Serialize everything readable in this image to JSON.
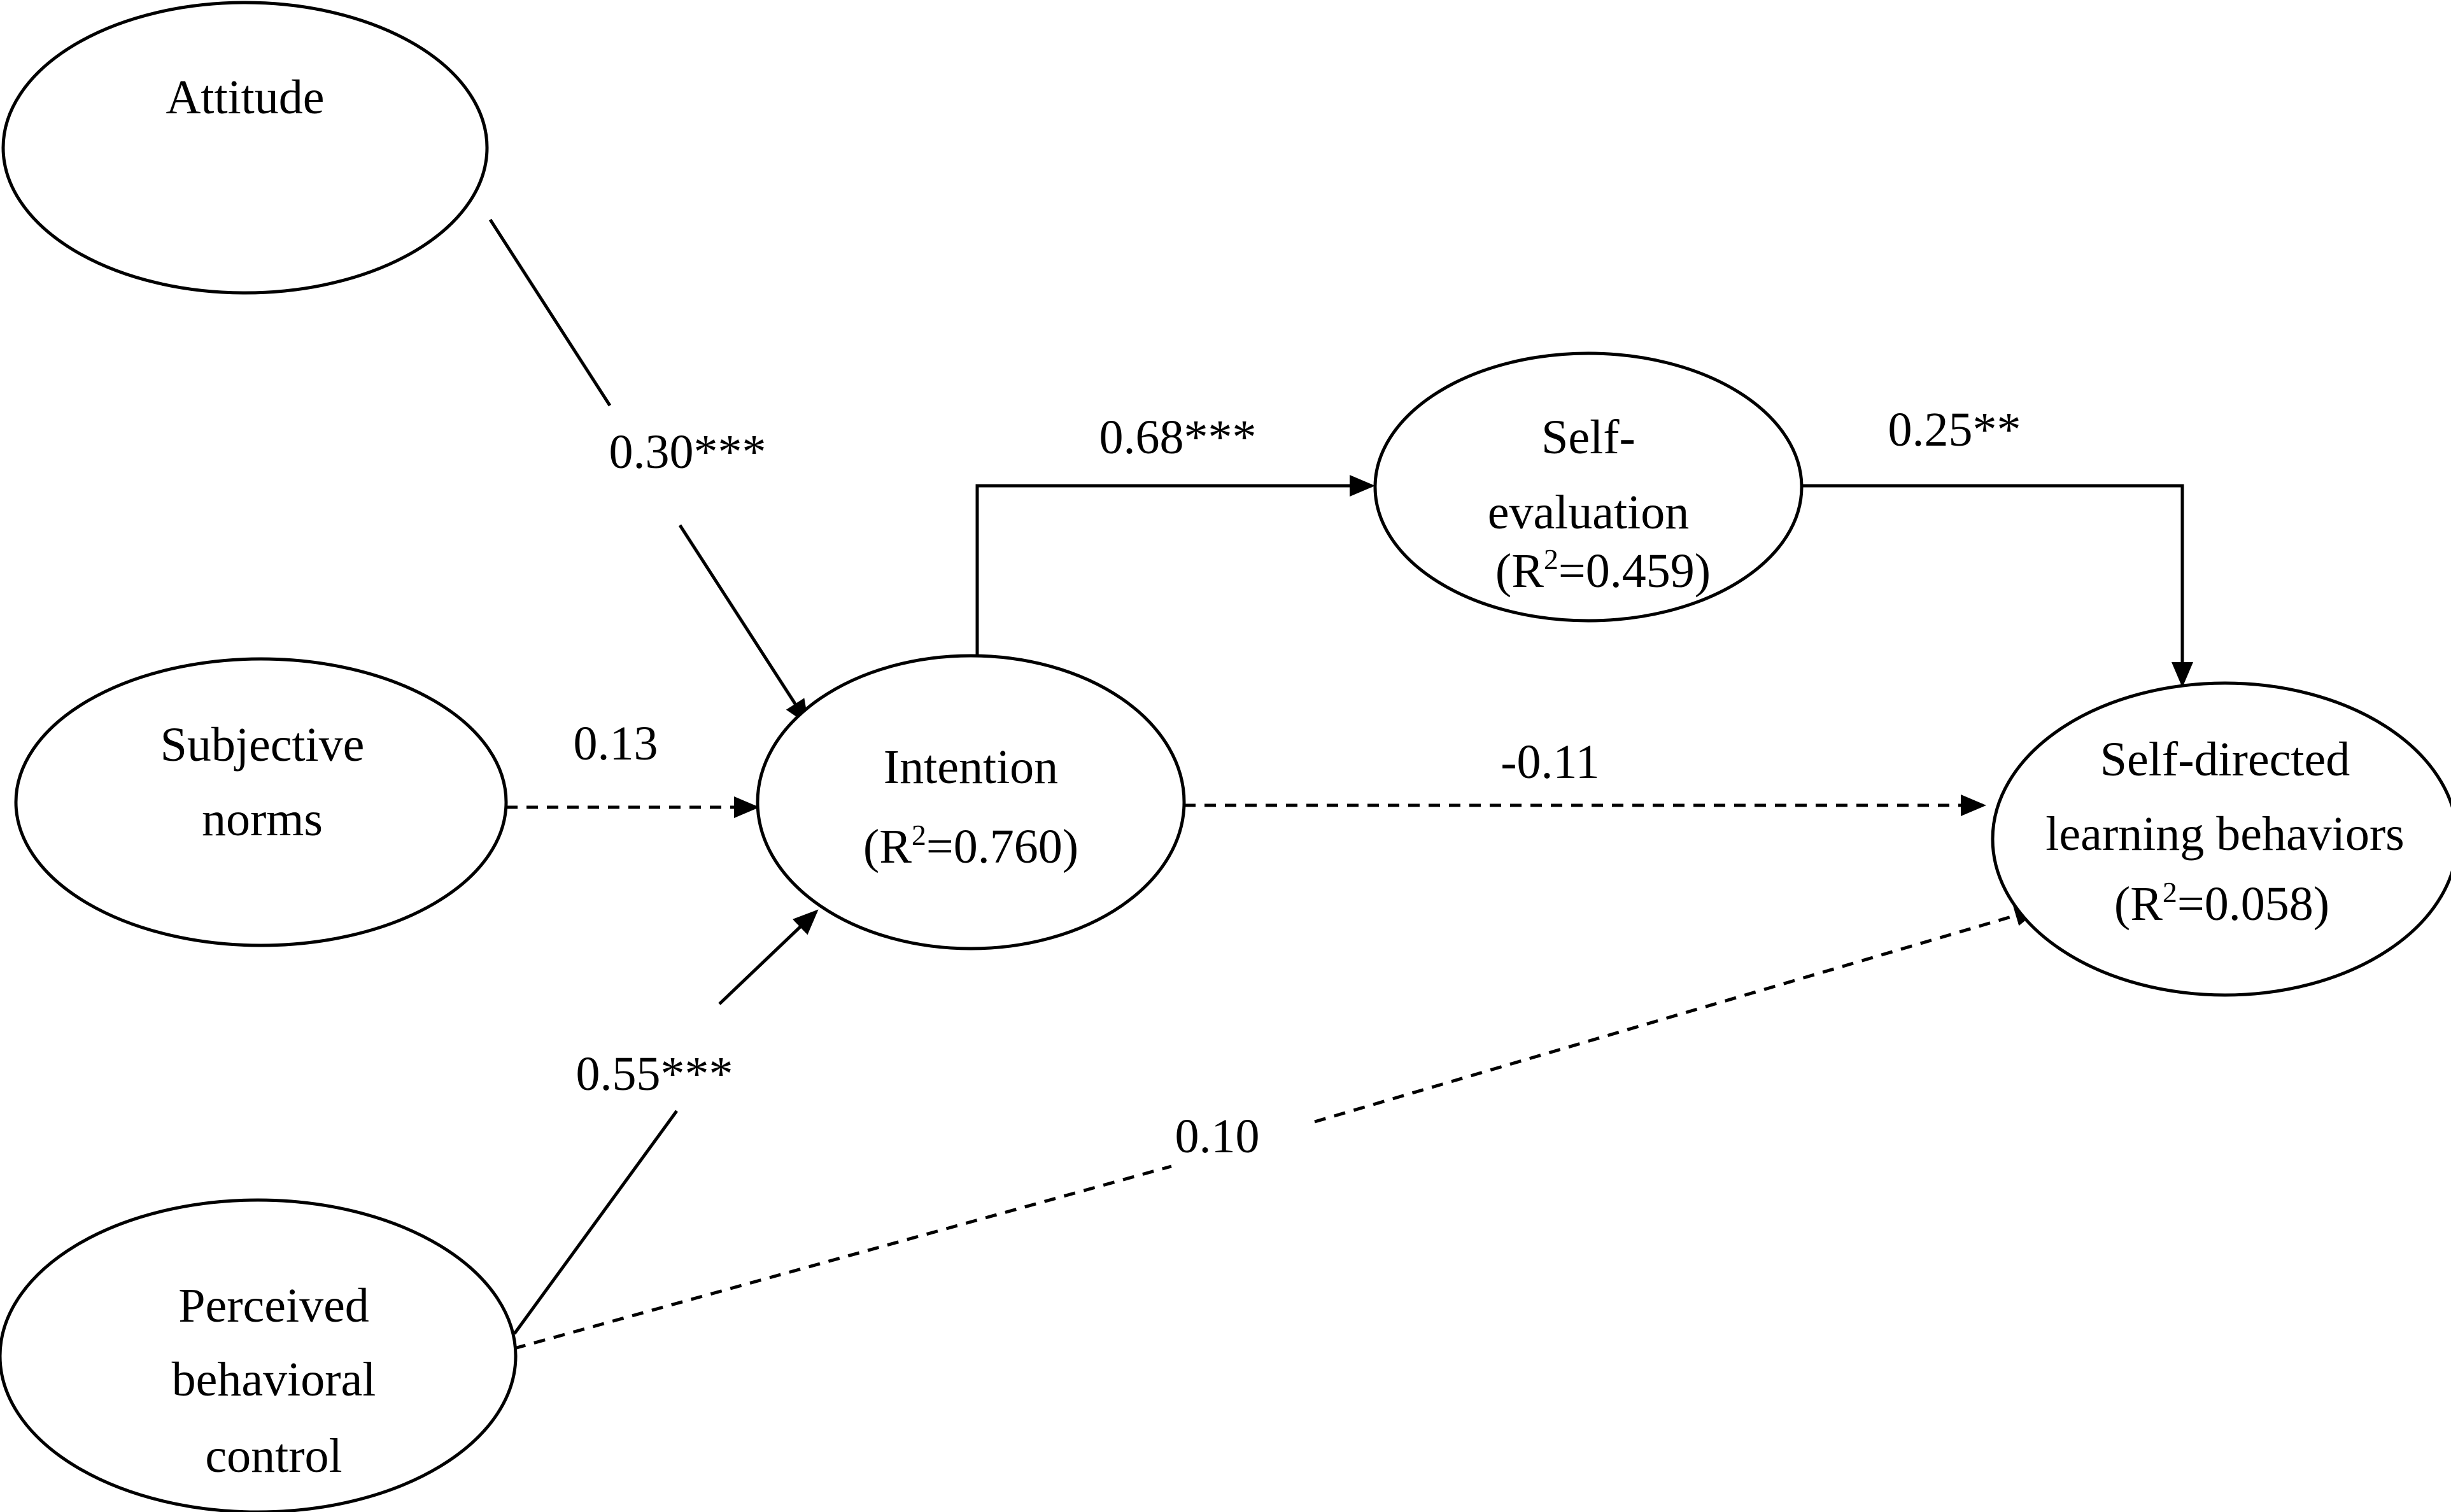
{
  "nodes": {
    "attitude": {
      "lines": [
        "Attitude"
      ]
    },
    "subjective_norms": {
      "lines": [
        "Subjective",
        "norms"
      ]
    },
    "pbc": {
      "lines": [
        "Perceived",
        "behavioral",
        "control"
      ]
    },
    "intention": {
      "lines": [
        "Intention"
      ],
      "r2_prefix": "(R",
      "r2_sup": "2",
      "r2_value": "=0.760)"
    },
    "self_evaluation": {
      "lines": [
        "Self-",
        "evaluation"
      ],
      "r2_prefix": "(R",
      "r2_sup": "2",
      "r2_value": "=0.459)"
    },
    "sdlb": {
      "lines": [
        "Self-directed",
        "learning behaviors"
      ],
      "r2_prefix": "(R",
      "r2_sup": "2",
      "r2_value": "=0.058)"
    }
  },
  "paths": {
    "attitude_to_intention": {
      "coefficient": "0.30***",
      "style": "solid"
    },
    "norms_to_intention": {
      "coefficient": "0.13",
      "style": "dashed"
    },
    "pbc_to_intention": {
      "coefficient": "0.55***",
      "style": "solid"
    },
    "intention_to_self_evaluation": {
      "coefficient": "0.68***",
      "style": "solid"
    },
    "self_evaluation_to_sdlb": {
      "coefficient": "0.25**",
      "style": "solid"
    },
    "intention_to_sdlb": {
      "coefficient": "-0.11",
      "style": "dashed"
    },
    "pbc_to_sdlb": {
      "coefficient": "0.10",
      "style": "dashed"
    }
  },
  "colors": {
    "stroke": "#000000",
    "background": "#ffffff"
  }
}
